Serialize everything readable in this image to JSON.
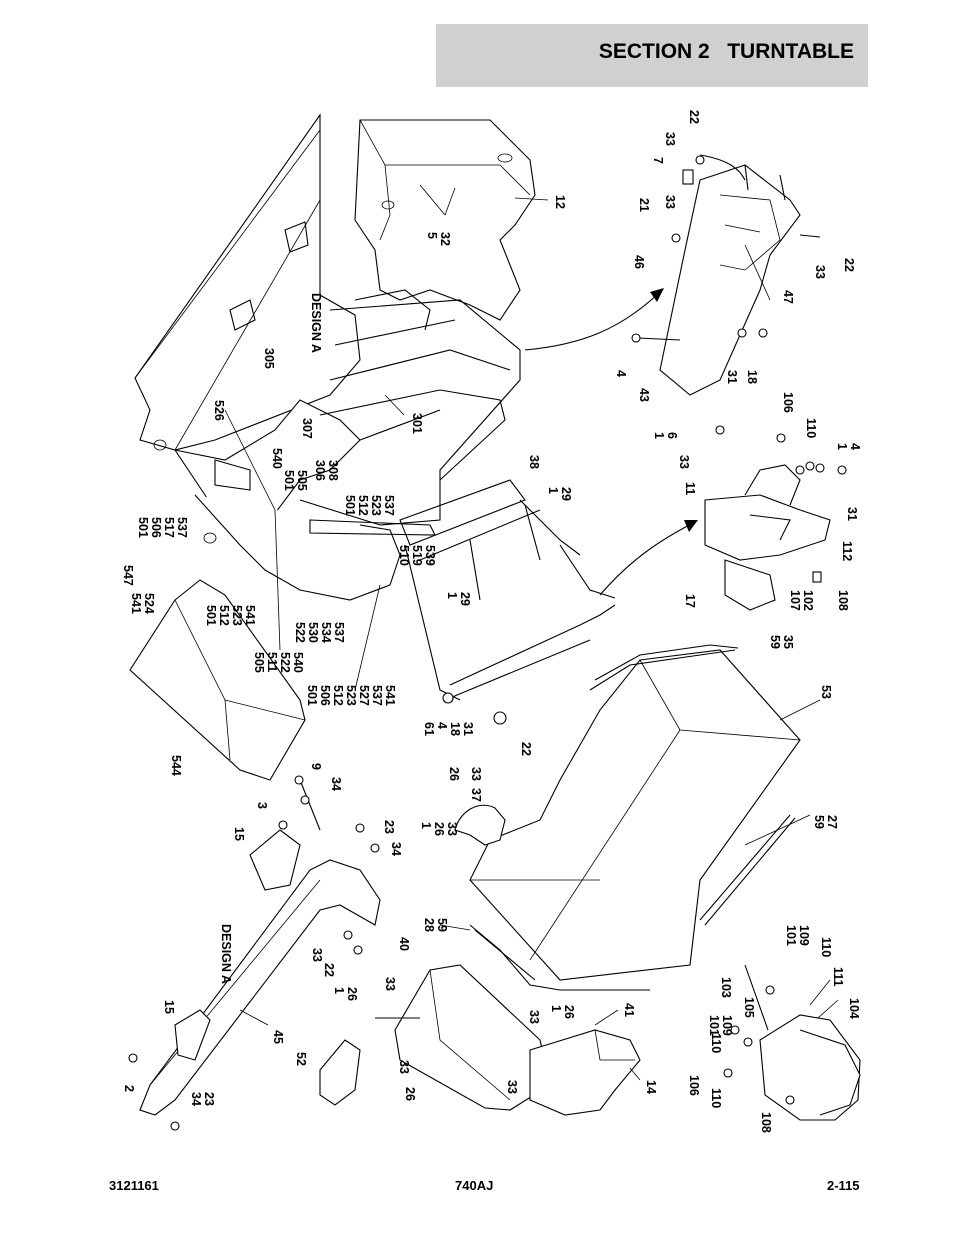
{
  "header": {
    "title": "SECTION 2   TURNTABLE"
  },
  "footer": {
    "left": "3121161",
    "center": "740AJ",
    "right": "2-115"
  },
  "callouts": [
    {
      "id": "c22a",
      "text": "22"
    },
    {
      "id": "c33a",
      "text": "33"
    },
    {
      "id": "c7",
      "text": "7"
    },
    {
      "id": "c21",
      "text": "21"
    },
    {
      "id": "c33b",
      "text": "33"
    },
    {
      "id": "c46",
      "text": "46"
    },
    {
      "id": "c47",
      "text": "47"
    },
    {
      "id": "c33c",
      "text": "33"
    },
    {
      "id": "c22b",
      "text": "22"
    },
    {
      "id": "c4a",
      "text": "4"
    },
    {
      "id": "c43",
      "text": "43"
    },
    {
      "id": "c31a",
      "text": "31"
    },
    {
      "id": "c18a",
      "text": "18"
    },
    {
      "id": "c12",
      "text": "12"
    },
    {
      "id": "c5_32",
      "text": "5\n32"
    },
    {
      "id": "cDesignA1",
      "text": "DESIGN A"
    },
    {
      "id": "c305",
      "text": "305"
    },
    {
      "id": "c526",
      "text": "526"
    },
    {
      "id": "c307",
      "text": "307"
    },
    {
      "id": "c306_308",
      "text": "306\n308"
    },
    {
      "id": "c540",
      "text": "540"
    },
    {
      "id": "c501_505",
      "text": "501\n505"
    },
    {
      "id": "c301",
      "text": "301"
    },
    {
      "id": "cGrp1",
      "text": "501\n512\n523\n537"
    },
    {
      "id": "cGrp2",
      "text": "510\n519\n539"
    },
    {
      "id": "c38",
      "text": "38"
    },
    {
      "id": "c1_29a",
      "text": "1\n29"
    },
    {
      "id": "c1_29b",
      "text": "1\n29"
    },
    {
      "id": "cGrp3",
      "text": "501\n506\n517\n537"
    },
    {
      "id": "c547",
      "text": "547"
    },
    {
      "id": "c541_524",
      "text": "541\n524"
    },
    {
      "id": "cGrp4",
      "text": "501\n512\n523\n541"
    },
    {
      "id": "cGrp5",
      "text": "505\n511\n522\n540"
    },
    {
      "id": "cGrp6",
      "text": "522\n530\n534\n537"
    },
    {
      "id": "cGrp7",
      "text": "501\n506\n512\n523\n527\n537\n541"
    },
    {
      "id": "c544",
      "text": "544"
    },
    {
      "id": "cGrp8",
      "text": "61\n4\n18\n31"
    },
    {
      "id": "c1_6",
      "text": "1\n6"
    },
    {
      "id": "c106a",
      "text": "106"
    },
    {
      "id": "c110a",
      "text": "110"
    },
    {
      "id": "c33d",
      "text": "33"
    },
    {
      "id": "c11",
      "text": "11"
    },
    {
      "id": "c1_4",
      "text": "1\n4"
    },
    {
      "id": "c31b",
      "text": "31"
    },
    {
      "id": "c112",
      "text": "112"
    },
    {
      "id": "c17",
      "text": "17"
    },
    {
      "id": "c107_102",
      "text": "107\n102"
    },
    {
      "id": "c108a",
      "text": "108"
    },
    {
      "id": "c59_35",
      "text": "59\n35"
    },
    {
      "id": "c53",
      "text": "53"
    },
    {
      "id": "c22c",
      "text": "22"
    },
    {
      "id": "c26a",
      "text": "26"
    },
    {
      "id": "c33e",
      "text": "33"
    },
    {
      "id": "c37",
      "text": "37"
    },
    {
      "id": "c1_26_33",
      "text": "1\n26\n33"
    },
    {
      "id": "c9",
      "text": "9"
    },
    {
      "id": "c34a",
      "text": "34"
    },
    {
      "id": "c3",
      "text": "3"
    },
    {
      "id": "c15a",
      "text": "15"
    },
    {
      "id": "c23a",
      "text": "23"
    },
    {
      "id": "c34b",
      "text": "34"
    },
    {
      "id": "c59_27",
      "text": "59\n27"
    },
    {
      "id": "cDesignA2",
      "text": "DESIGN A"
    },
    {
      "id": "c33f",
      "text": "33"
    },
    {
      "id": "c22d",
      "text": "22"
    },
    {
      "id": "c28_59",
      "text": "28\n59"
    },
    {
      "id": "c40",
      "text": "40"
    },
    {
      "id": "c1_26b",
      "text": "1\n26"
    },
    {
      "id": "c33g",
      "text": "33"
    },
    {
      "id": "c15b",
      "text": "15"
    },
    {
      "id": "c45",
      "text": "45"
    },
    {
      "id": "c101_109a",
      "text": "101\n109"
    },
    {
      "id": "c110b",
      "text": "110"
    },
    {
      "id": "c103",
      "text": "103"
    },
    {
      "id": "c111",
      "text": "111"
    },
    {
      "id": "c105",
      "text": "105"
    },
    {
      "id": "c33h",
      "text": "33"
    },
    {
      "id": "c1_26c",
      "text": "1\n26"
    },
    {
      "id": "c41",
      "text": "41"
    },
    {
      "id": "c52",
      "text": "52"
    },
    {
      "id": "c33i",
      "text": "33"
    },
    {
      "id": "c26d",
      "text": "26"
    },
    {
      "id": "c33j",
      "text": "33"
    },
    {
      "id": "c14",
      "text": "14"
    },
    {
      "id": "c101_109b",
      "text": "101\n109"
    },
    {
      "id": "c110c",
      "text": "110"
    },
    {
      "id": "c104",
      "text": "104"
    },
    {
      "id": "c2",
      "text": "2"
    },
    {
      "id": "c34_23",
      "text": "34\n23"
    },
    {
      "id": "c106b",
      "text": "106"
    },
    {
      "id": "c110d",
      "text": "110"
    },
    {
      "id": "c108b",
      "text": "108"
    }
  ]
}
